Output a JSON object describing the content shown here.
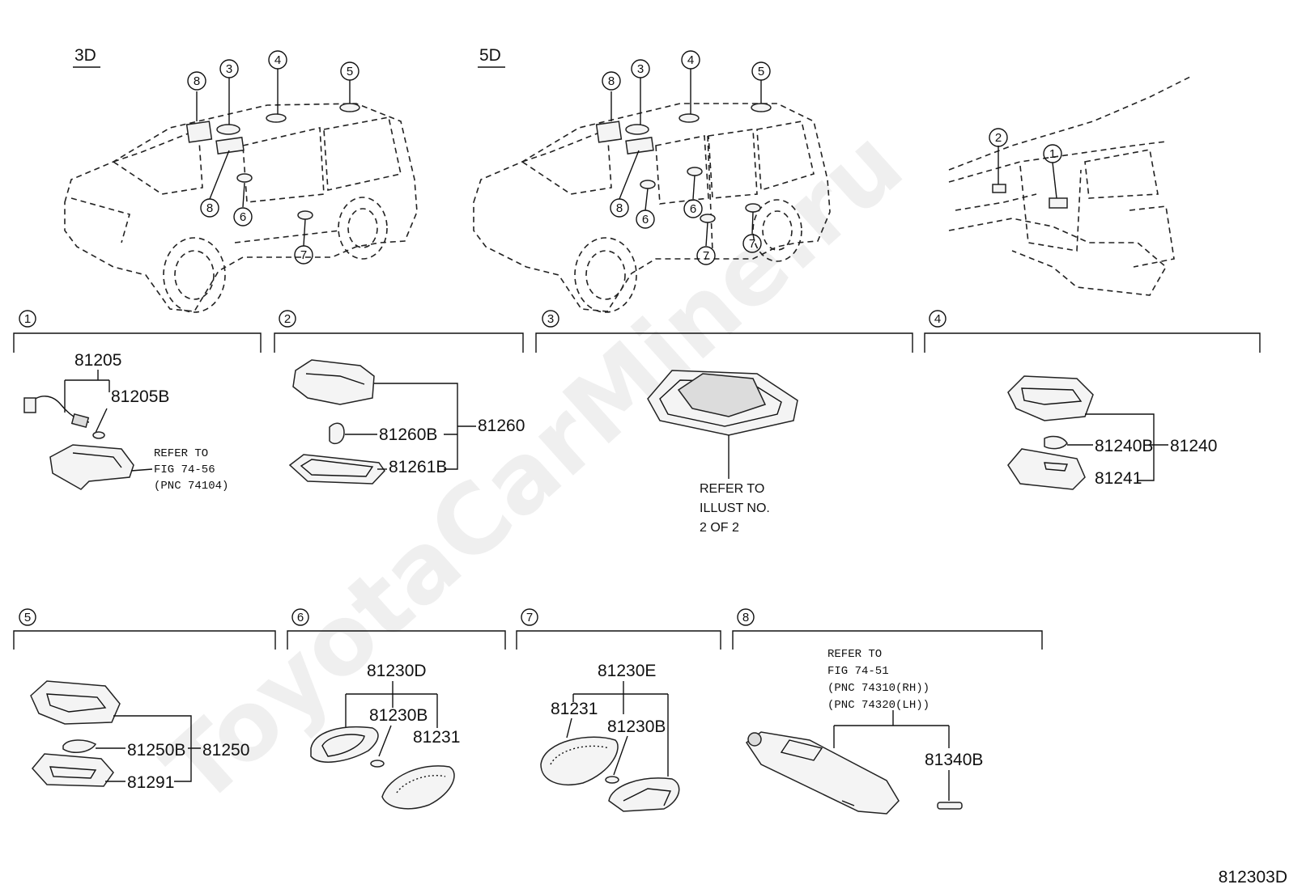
{
  "views": {
    "three_door": "3D",
    "five_door": "5D"
  },
  "watermark": "ToyotaCarMine.ru",
  "figure_code": "812303D",
  "callout_numbers": [
    "1",
    "2",
    "3",
    "4",
    "5",
    "6",
    "7",
    "8"
  ],
  "sections": [
    {
      "id": "1",
      "labels": [
        "81205",
        "81205B"
      ],
      "refer": [
        "REFER TO",
        "FIG 74-56",
        "(PNC 74104)"
      ]
    },
    {
      "id": "2",
      "labels": [
        "81260",
        "81260B",
        "81261B"
      ]
    },
    {
      "id": "3",
      "refer": [
        "REFER TO",
        "ILLUST NO.",
        "2 OF 2"
      ]
    },
    {
      "id": "4",
      "labels": [
        "81240",
        "81240B",
        "81241"
      ]
    },
    {
      "id": "5",
      "labels": [
        "81250",
        "81250B",
        "81291"
      ]
    },
    {
      "id": "6",
      "labels": [
        "81230D",
        "81230B",
        "81231"
      ]
    },
    {
      "id": "7",
      "labels": [
        "81230E",
        "81231",
        "81230B"
      ]
    },
    {
      "id": "8",
      "labels": [
        "81340B"
      ],
      "refer": [
        "REFER TO",
        "FIG 74-51",
        "(PNC 74310(RH))",
        "(PNC 74320(LH))"
      ]
    }
  ]
}
